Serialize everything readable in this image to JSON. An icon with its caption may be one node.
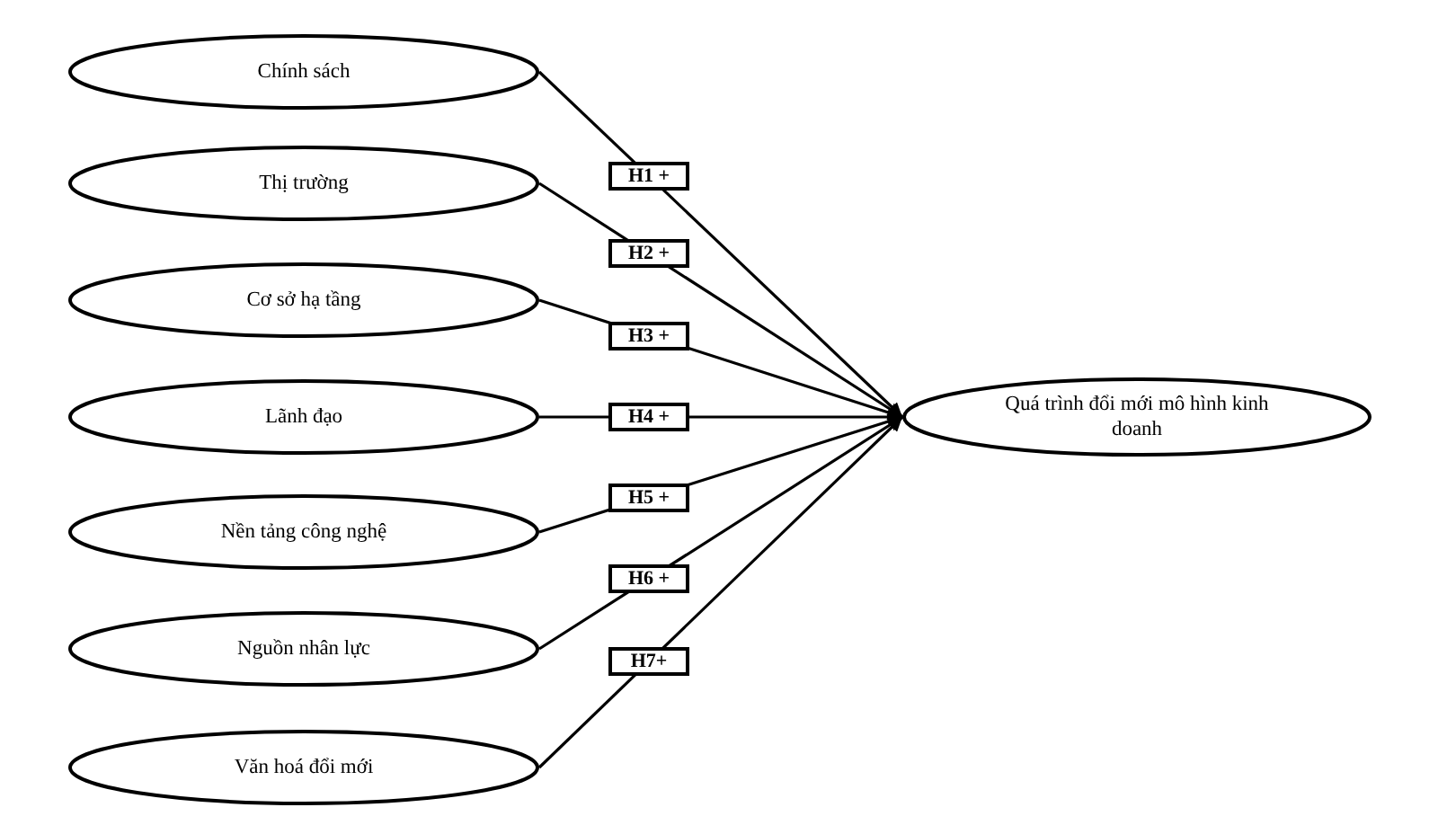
{
  "diagram": {
    "nodes": [
      {
        "text": [
          "Chính sách"
        ]
      },
      {
        "text": [
          "Thị trường"
        ]
      },
      {
        "text": [
          "Cơ sở hạ tầng"
        ]
      },
      {
        "text": [
          "Lãnh đạo"
        ]
      },
      {
        "text": [
          "Nền tảng công nghệ"
        ]
      },
      {
        "text": [
          "Nguồn nhân lực"
        ]
      },
      {
        "text": [
          "Văn hoá đổi mới"
        ]
      },
      {
        "text": [
          "Quá trình đổi mới mô hình kinh doanh"
        ]
      }
    ],
    "edges": [
      {
        "from": 0,
        "to": 7,
        "arrow": "to",
        "label": "H1 +"
      },
      {
        "from": 1,
        "to": 7,
        "arrow": "to",
        "label": "H2 +"
      },
      {
        "from": 2,
        "to": 7,
        "arrow": "to",
        "label": "H3 +"
      },
      {
        "from": 3,
        "to": 7,
        "arrow": "to",
        "label": "H4 +"
      },
      {
        "from": 4,
        "to": 7,
        "arrow": "to",
        "label": "H5 +"
      },
      {
        "from": 5,
        "to": 7,
        "arrow": "to",
        "label": "H6 +"
      },
      {
        "from": 6,
        "to": 7,
        "arrow": "to",
        "label": "H7+"
      }
    ]
  }
}
